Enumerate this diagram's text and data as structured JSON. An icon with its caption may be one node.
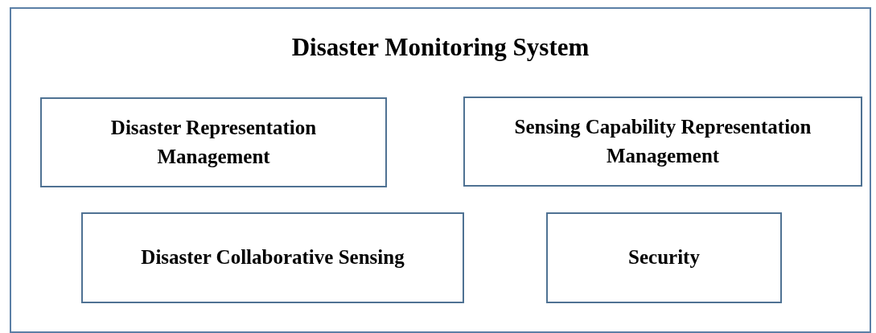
{
  "diagram": {
    "nodes": [
      {
        "text": [
          "Disaster Monitoring System"
        ]
      },
      {
        "text": [
          "Disaster Representation Management"
        ],
        "in": 0
      },
      {
        "text": [
          "Sensing Capability Representation Management"
        ],
        "in": 0
      },
      {
        "text": [
          "Disaster Collaborative Sensing"
        ],
        "in": 0
      },
      {
        "text": [
          "Security"
        ],
        "in": 0
      }
    ],
    "edges": []
  }
}
